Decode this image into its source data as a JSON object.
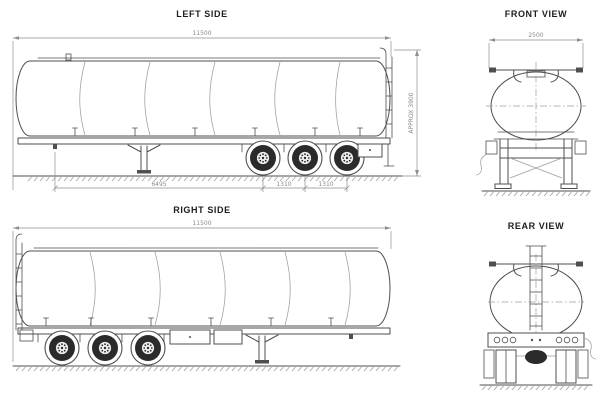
{
  "drawing": {
    "type": "tanker-semi-trailer-blueprint",
    "views": {
      "left_side": {
        "title": "LEFT SIDE",
        "dims": {
          "overall_length": "11500",
          "overall_height": "APPROX 3900",
          "kingpin_to_first_axle": "6495",
          "axle_spacing_1": "1310",
          "axle_spacing_2": "1310"
        }
      },
      "front": {
        "title": "FRONT VIEW",
        "dims": {
          "overall_width": "2500"
        }
      },
      "right_side": {
        "title": "RIGHT SIDE",
        "dims": {
          "overall_length": "11500"
        }
      },
      "rear": {
        "title": "REAR VIEW"
      }
    },
    "axle_count": 3,
    "colors": {
      "bg": "#ffffff",
      "line": "#4f4f4f",
      "thin": "#9e9e9e",
      "dim": "#8f8f8f",
      "dimtext": "#8a8a8a",
      "text": "#1d1d1d",
      "tire": "#2b2b2b"
    }
  }
}
